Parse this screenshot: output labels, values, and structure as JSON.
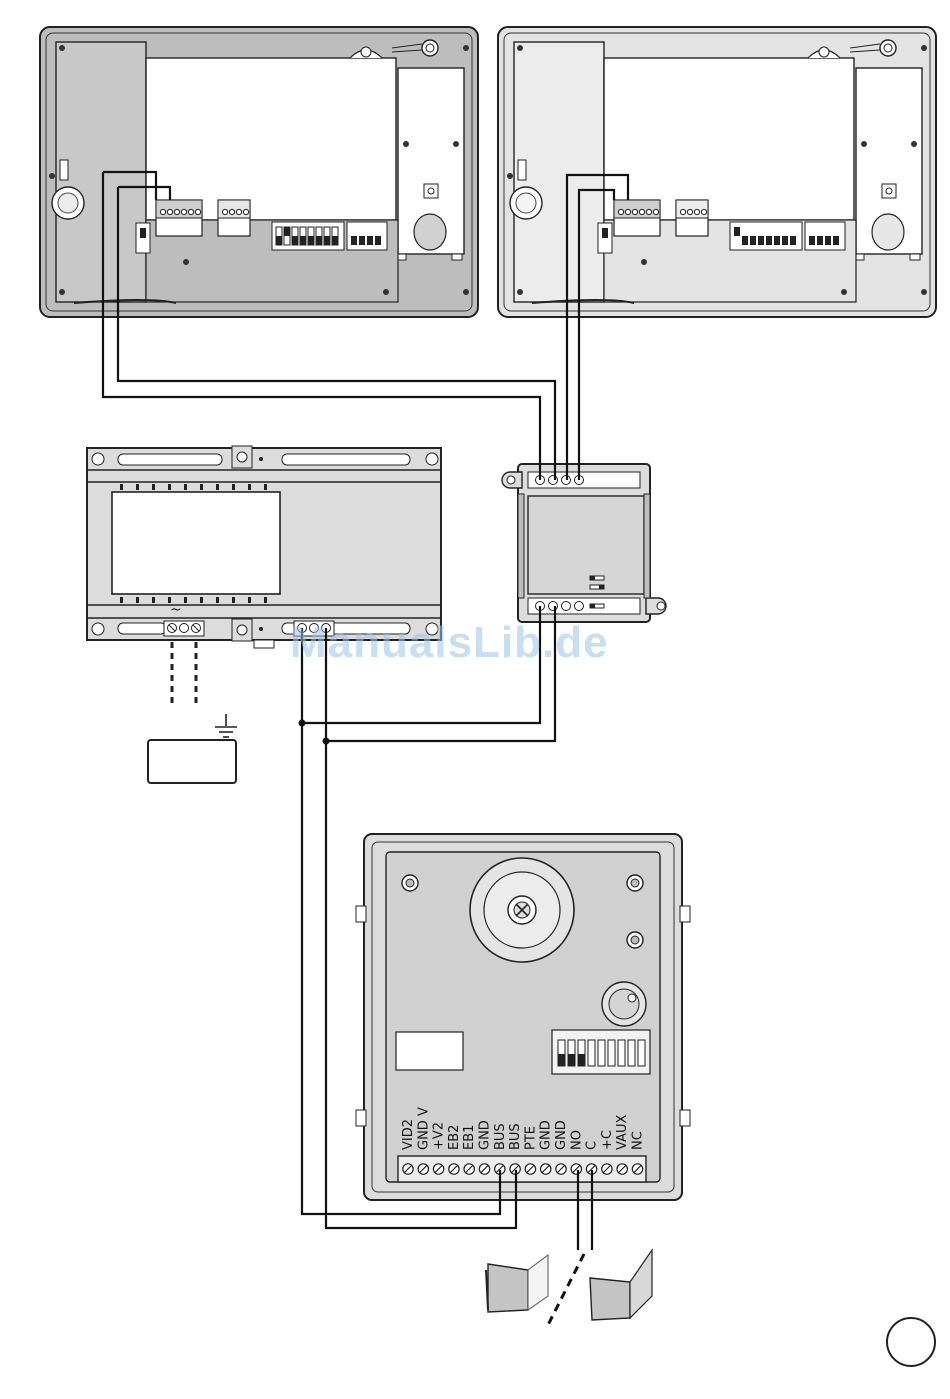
{
  "colors": {
    "panel_fill": "#bdbdbd",
    "panel_light": "#e3e3e3",
    "device_fill": "#dcdcdc",
    "wire": "#111111",
    "door_fill": "#c4c4c4",
    "watermark": "#9cc4ea"
  },
  "devices": {
    "monitor_1": {
      "icon": "video-monitor-icon"
    },
    "monitor_2": {
      "icon": "video-monitor-icon"
    },
    "power_supply": {
      "icon": "din-rail-power-supply-icon",
      "ac_symbol": "~"
    },
    "distributor": {
      "icon": "bus-distributor-icon"
    },
    "mains": {
      "icon": "ground-icon"
    },
    "door_station": {
      "icon": "outdoor-panel-icon"
    },
    "door_lock": {
      "icon": "electric-lock-icon"
    }
  },
  "terminal_labels": [
    "VID2",
    "GND V",
    "+V2",
    "EB2",
    "EB1",
    "GND",
    "BUS",
    "BUS",
    "PTE",
    "GND",
    "GND",
    "NO",
    "C",
    "+C",
    "VAUX",
    "NC"
  ],
  "watermark_text": "ManualsLib.de"
}
